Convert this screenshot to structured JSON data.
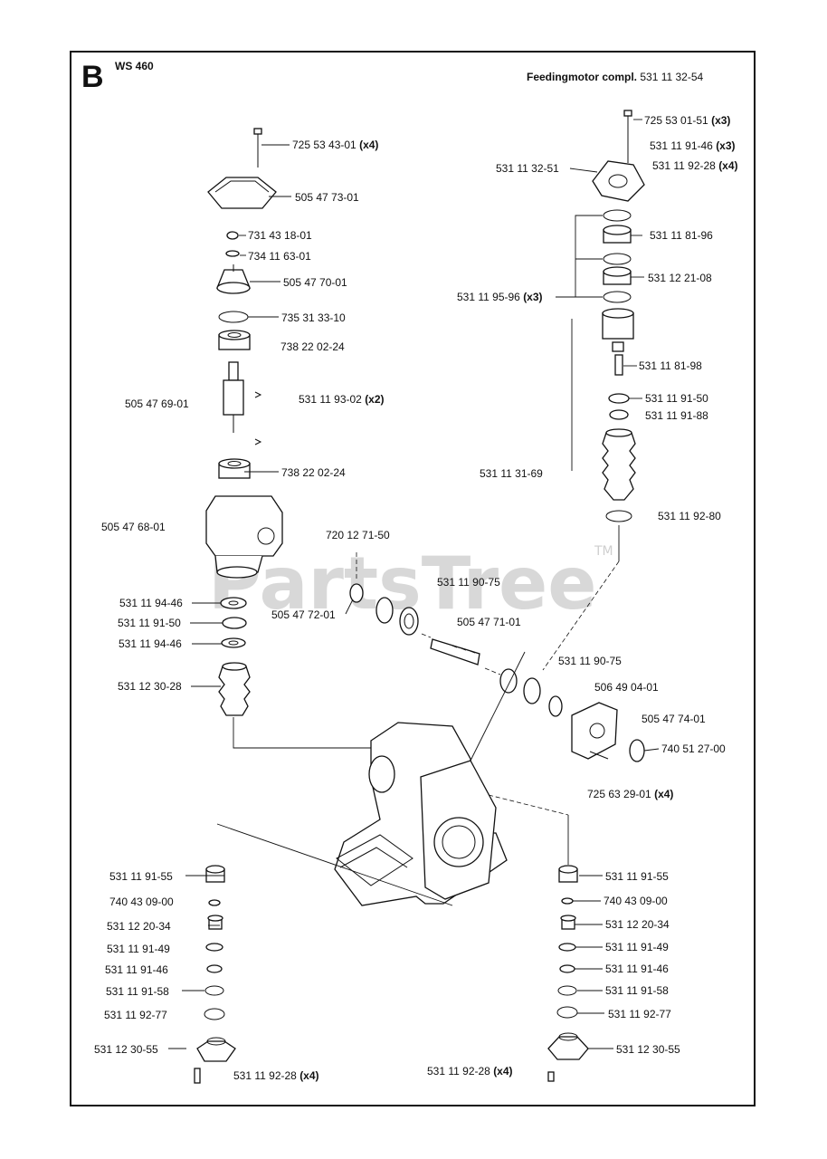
{
  "header": {
    "section_letter": "B",
    "model": "WS 460",
    "assembly_label": "Feedingmotor compl.",
    "assembly_number": "531 11 32-54"
  },
  "watermark": {
    "text": "PartsTree",
    "mark": "TM"
  },
  "parts": [
    {
      "num": "725 53 43-01",
      "qty": "(x4)"
    },
    {
      "num": "505 47 73-01",
      "qty": ""
    },
    {
      "num": "731 43 18-01",
      "qty": ""
    },
    {
      "num": "734 11 63-01",
      "qty": ""
    },
    {
      "num": "505 47 70-01",
      "qty": ""
    },
    {
      "num": "735 31 33-10",
      "qty": ""
    },
    {
      "num": "738 22 02-24",
      "qty": ""
    },
    {
      "num": "505 47 69-01",
      "qty": ""
    },
    {
      "num": "531 11 93-02",
      "qty": "(x2)"
    },
    {
      "num": "738 22 02-24",
      "qty": ""
    },
    {
      "num": "505 47 68-01",
      "qty": ""
    },
    {
      "num": "720 12 71-50",
      "qty": ""
    },
    {
      "num": "531 11 90-75",
      "qty": ""
    },
    {
      "num": "531 11 94-46",
      "qty": ""
    },
    {
      "num": "505 47 72-01",
      "qty": ""
    },
    {
      "num": "505 47 71-01",
      "qty": ""
    },
    {
      "num": "531 11 91-50",
      "qty": ""
    },
    {
      "num": "531 11 94-46",
      "qty": ""
    },
    {
      "num": "531 11 90-75",
      "qty": ""
    },
    {
      "num": "531 12 30-28",
      "qty": ""
    },
    {
      "num": "506 49 04-01",
      "qty": ""
    },
    {
      "num": "505 47 74-01",
      "qty": ""
    },
    {
      "num": "740 51 27-00",
      "qty": ""
    },
    {
      "num": "725 63 29-01",
      "qty": "(x4)"
    },
    {
      "num": "725 53 01-51",
      "qty": "(x3)"
    },
    {
      "num": "531 11 91-46",
      "qty": "(x3)"
    },
    {
      "num": "531 11 32-51",
      "qty": ""
    },
    {
      "num": "531 11 92-28",
      "qty": "(x4)"
    },
    {
      "num": "531 11 81-96",
      "qty": ""
    },
    {
      "num": "531 12 21-08",
      "qty": ""
    },
    {
      "num": "531 11 95-96",
      "qty": "(x3)"
    },
    {
      "num": "531 11 81-98",
      "qty": ""
    },
    {
      "num": "531 11 91-50",
      "qty": ""
    },
    {
      "num": "531 11 91-88",
      "qty": ""
    },
    {
      "num": "531 11 31-69",
      "qty": ""
    },
    {
      "num": "531 11 92-80",
      "qty": ""
    },
    {
      "num": "531 11 91-55",
      "qty": ""
    },
    {
      "num": "740 43 09-00",
      "qty": ""
    },
    {
      "num": "531 12 20-34",
      "qty": ""
    },
    {
      "num": "531 11 91-49",
      "qty": ""
    },
    {
      "num": "531 11 91-46",
      "qty": ""
    },
    {
      "num": "531 11 91-58",
      "qty": ""
    },
    {
      "num": "531 11 92-77",
      "qty": ""
    },
    {
      "num": "531 12 30-55",
      "qty": ""
    },
    {
      "num": "531 11 92-28",
      "qty": "(x4)"
    },
    {
      "num": "531 11 91-55",
      "qty": ""
    },
    {
      "num": "740 43 09-00",
      "qty": ""
    },
    {
      "num": "531 12 20-34",
      "qty": ""
    },
    {
      "num": "531 11 91-49",
      "qty": ""
    },
    {
      "num": "531 11 91-46",
      "qty": ""
    },
    {
      "num": "531 11 91-58",
      "qty": ""
    },
    {
      "num": "531 11 92-77",
      "qty": ""
    },
    {
      "num": "531 12 30-55",
      "qty": ""
    },
    {
      "num": "531 11 92-28",
      "qty": "(x4)"
    }
  ]
}
